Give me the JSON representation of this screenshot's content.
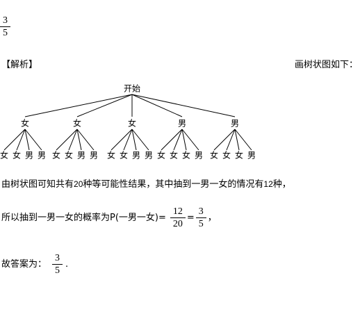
{
  "answer": {
    "numerator": "3",
    "denominator": "5"
  },
  "analysis": {
    "heading": "【解析】",
    "tree_intro": "画树状图如下："
  },
  "tree": {
    "root": "开始",
    "level1": [
      "女",
      "女",
      "女",
      "男",
      "男"
    ],
    "level2": [
      [
        "女",
        "女",
        "男",
        "男"
      ],
      [
        "女",
        "女",
        "男",
        "男"
      ],
      [
        "女",
        "女",
        "男",
        "男"
      ],
      [
        "女",
        "女",
        "女",
        "男"
      ],
      [
        "女",
        "女",
        "女",
        "男"
      ]
    ]
  },
  "line1": {
    "a": "由树状图可知共有",
    "n1": "20",
    "b": "种等可能性结果，其中抽到一男一女的情况有",
    "n2": "12",
    "c": "种，"
  },
  "line2": {
    "a": "所以抽到一男一女的概率为P(一男一女)=",
    "f1": {
      "numerator": "12",
      "denominator": "20"
    },
    "eq": "=",
    "f2": {
      "numerator": "3",
      "denominator": "5"
    },
    "c": "，"
  },
  "line3": {
    "a": "故答案为：",
    "f": {
      "numerator": "3",
      "denominator": "5"
    },
    "c": "."
  }
}
